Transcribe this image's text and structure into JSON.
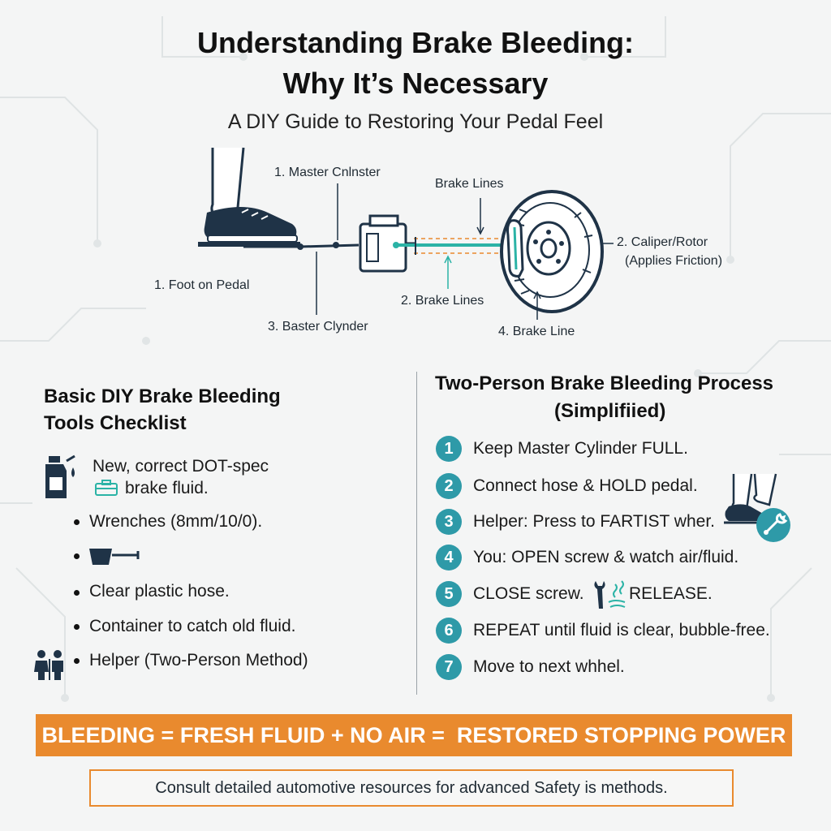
{
  "title_line1": "Understanding Brake Bleeding:",
  "title_line2": "Why It’s Necessary",
  "subtitle": "A DIY Guide to Restoring Your Pedal Feel",
  "diagram": {
    "labels": {
      "master_cylinder_top": "1. Master Cnlnster",
      "brake_lines_top": "Brake Lines",
      "caliper_line1": "2. Caliper/Rotor",
      "caliper_line2": "(Applies Friction)",
      "foot_on_pedal": "1. Foot on Pedal",
      "brake_lines_bottom": "2. Brake Lines",
      "baster_clynder": "3. Baster Clynder",
      "brake_line_bottom": "4. Brake Line"
    },
    "colors": {
      "navy": "#1f3347",
      "teal": "#2bb3a6",
      "orange": "#e98a2e"
    }
  },
  "tools": {
    "heading_line1": "Basic DIY Brake Bleeding",
    "heading_line2": "Tools Checklist",
    "fluid_line1": "New, correct DOT-spec",
    "fluid_line2": "brake fluid.",
    "wrenches": "Wrenches (8mm/10/0).",
    "hose": "Clear plastic hose.",
    "container": "Container to catch old fluid.",
    "helper": "Helper (Two-Person Method)",
    "icons": [
      "fluid-bottle-icon",
      "toolbox-icon",
      "tube-tool-icon",
      "two-people-icon"
    ]
  },
  "process": {
    "heading_line1": "Two-Person Brake Bleeding Process",
    "heading_line2": "(Simplifiied)",
    "steps": [
      {
        "num": "1",
        "text": "Keep Master Cylinder FULL."
      },
      {
        "num": "2",
        "text": "Connect hose & HOLD pedal."
      },
      {
        "num": "3",
        "text": "Helper: Press to FARTIST wher."
      },
      {
        "num": "4",
        "text": "You: OPEN screw & watch air/fluid."
      },
      {
        "num": "5",
        "text_a": "CLOSE screw.",
        "text_b": "RELEASE."
      },
      {
        "num": "6",
        "text": "REPEAT until fluid is clear, bubble-free."
      },
      {
        "num": "7",
        "text": "Move to next whhel."
      }
    ],
    "step_color": "#2e9aa8",
    "icons": [
      "foot-pedal-icon",
      "wrench-badge-icon",
      "wrench-icon",
      "air-bubbles-icon"
    ]
  },
  "banner": "BLEEDING = FRESH FLUID + NO AIR =  RESTORED STOPPING POWER",
  "banner_color": "#e98a2e",
  "footer": "Consult detailed automotive resources for advanced Safety is methods."
}
